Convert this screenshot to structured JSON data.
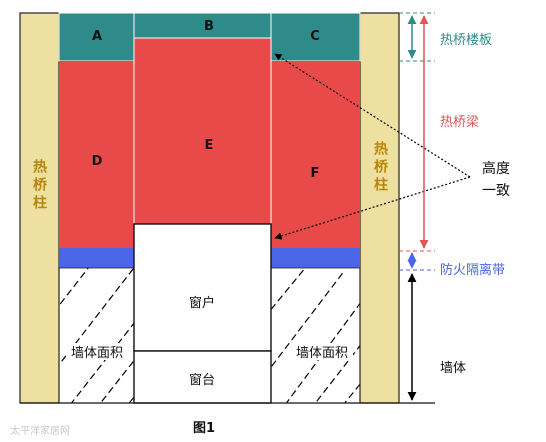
{
  "diagram": {
    "regions": {
      "a": "A",
      "b": "B",
      "c": "C",
      "d": "D",
      "e": "E",
      "f": "F"
    },
    "column_label": "热桥柱",
    "window_label": "窗户",
    "sill_label": "窗台",
    "wall_area_label": "墙体面积",
    "annotation_same_height": [
      "高度",
      "一致"
    ],
    "dimension_labels": {
      "slab": "热桥楼板",
      "beam": "热桥梁",
      "fire_belt": "防火隔离带",
      "wall": "墙体"
    },
    "caption": "图1",
    "watermark": "太平洋家居网"
  },
  "colors": {
    "teal": "#2E8B8A",
    "red": "#E84A4A",
    "blue": "#4A66E6",
    "column": "#EEE0A0",
    "label_teal": "#2E8B8A",
    "label_red": "#E05555",
    "label_blue": "#4A66E6",
    "column_text": "#B8860B"
  }
}
